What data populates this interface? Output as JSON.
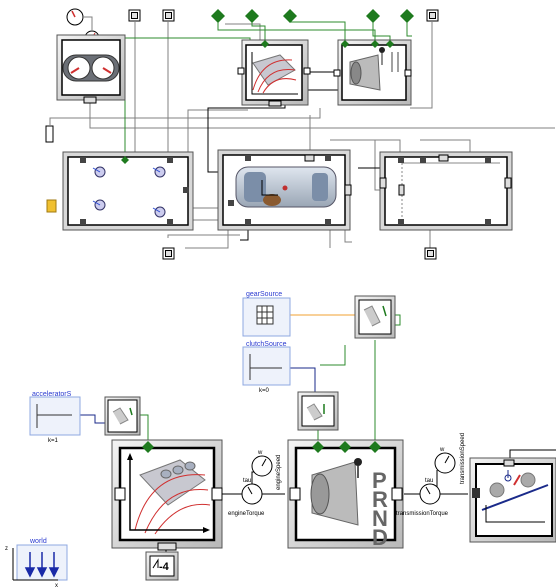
{
  "diagram": {
    "top_section": {
      "blocks": [
        {
          "name": "speedometer-dashboard",
          "icon": "dashboard-gauges"
        },
        {
          "name": "engine-block",
          "icon": "engine-torque-curves"
        },
        {
          "name": "gearbox-block",
          "icon": "gearbox-bell"
        },
        {
          "name": "wheels-block",
          "icon": "wheels"
        },
        {
          "name": "chassis-block",
          "icon": "car-body-top-view"
        },
        {
          "name": "driveline-block",
          "icon": "driveline"
        }
      ]
    },
    "bottom_section": {
      "sources": {
        "gear": {
          "label": "gearSource"
        },
        "clutch": {
          "label": "clutchSource",
          "value_label": "k=0"
        },
        "accelerator": {
          "label": "acceleratorS",
          "value_label": "k=1"
        }
      },
      "sensors": {
        "engine_torque": {
          "label": "engineTorque",
          "tau_label": "tau"
        },
        "engine_speed": {
          "label": "engineSpeed",
          "w_label": "w"
        },
        "transmission_torque": {
          "label": "transmissionTorque",
          "tau_label": "tau"
        },
        "transmission_speed": {
          "label": "transmissionSpeed",
          "w_label": "w"
        }
      },
      "gearbox_letters": [
        "P",
        "R",
        "N",
        "D"
      ],
      "constant_block_label": "-4",
      "world": {
        "label": "world",
        "axis_z": "z",
        "axis_x": "x"
      }
    },
    "colors": {
      "connection_black": "#000000",
      "connection_gray": "#808080",
      "connection_green": "#2e8b2e",
      "connection_orange": "#f0a030",
      "connection_navy": "#1a2a8a",
      "diamond_green": "#1e7a1e",
      "source_border": "#8fa8e0",
      "source_label": "#2a3ad0",
      "engine_curve": "#d03030"
    }
  }
}
